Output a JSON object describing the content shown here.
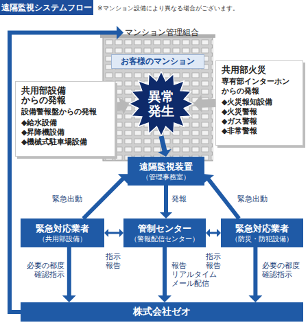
{
  "diagram": {
    "title": "遠隔監視システムフロー図",
    "nodes": [
      {
        "text": [
          "マンション管理組合"
        ]
      },
      {
        "text": [
          "お客様のマンション"
        ]
      },
      {
        "text": [
          "共用部設備 からの発報",
          "設備警報盤からの発報",
          "◆給水設備",
          "◆昇降機設備",
          "◆機械式駐車場設備"
        ]
      },
      {
        "text": [
          "異常発生"
        ]
      },
      {
        "text": [
          "共用部火災",
          "専有部インターホン からの発報",
          "◆火災報知設備",
          "◆火災警報",
          "◆ガス警報",
          "◆非常警報"
        ]
      },
      {
        "text": [
          "遠隔監視装置",
          "（管理事務室）"
        ]
      },
      {
        "text": [
          "緊急対応業者",
          "（共用部設備）"
        ]
      },
      {
        "text": [
          "管制センター",
          "（警報配信センター）"
        ]
      },
      {
        "text": [
          "緊急対応業者",
          "（防災・防犯設備）"
        ]
      },
      {
        "text": [
          "株式会社ゼオ"
        ]
      }
    ],
    "edges": [
      {
        "from": 2,
        "to": 3,
        "arrow": "to"
      },
      {
        "from": 4,
        "to": 3,
        "arrow": "to"
      },
      {
        "from": 3,
        "to": 5,
        "arrow": "to"
      },
      {
        "from": 5,
        "to": 7,
        "label": "発報",
        "arrow": "to"
      },
      {
        "from": 6,
        "to": 5,
        "label": "緊急出動",
        "arrow": "to"
      },
      {
        "from": 8,
        "to": 5,
        "label": "緊急出動",
        "arrow": "to"
      },
      {
        "from": 7,
        "to": 6,
        "label": "指示 報告",
        "arrow": "both"
      },
      {
        "from": 7,
        "to": 8,
        "label": "指示 報告",
        "arrow": "both"
      },
      {
        "from": 6,
        "to": 9,
        "label": "必要の都度 確認指示",
        "arrow": "to"
      },
      {
        "from": 7,
        "to": 9,
        "label": "報告 リアルタイム メール配信",
        "arrow": "to"
      },
      {
        "from": 8,
        "to": 9,
        "label": "必要の都度 確認指示",
        "arrow": "to"
      },
      {
        "from": 9,
        "to": 0,
        "arrow": "to"
      }
    ],
    "labels": [
      "※マンション設備により異なる場合がございます。"
    ]
  }
}
